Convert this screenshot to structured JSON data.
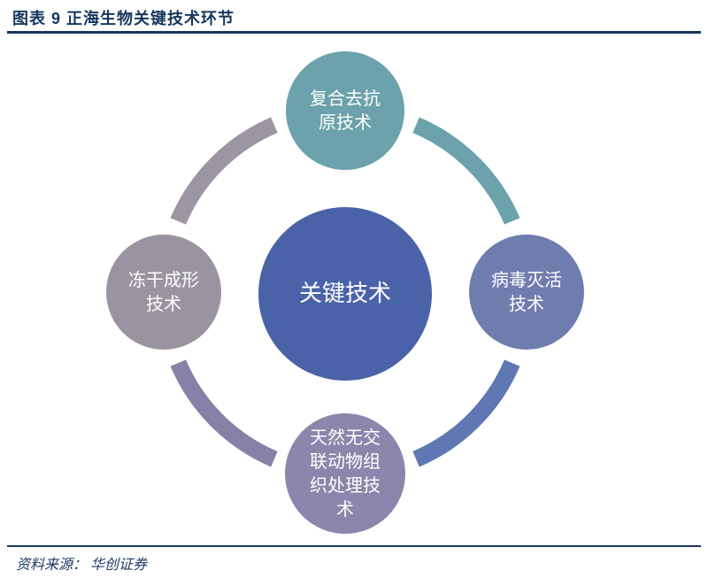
{
  "header": {
    "title": "图表 9 正海生物关键技术环节"
  },
  "footer": {
    "source": "资料来源： 华创证券"
  },
  "diagram": {
    "type": "cycle",
    "accent_color": "#17375E",
    "center": {
      "label": "关键技术",
      "color": "#4A63A8",
      "text_color": "#FFFFFF"
    },
    "nodes": [
      {
        "id": "top",
        "label": "复合去抗\n原技术",
        "color": "#6BA2AB"
      },
      {
        "id": "right",
        "label": "病毒灭活\n技术",
        "color": "#6F7DAE"
      },
      {
        "id": "bottom",
        "label": "天然无交\n联动物组\n织处理技\n术",
        "color": "#8B86AB"
      },
      {
        "id": "left",
        "label": "冻干成形\n技术",
        "color": "#9A94A1"
      }
    ],
    "arcs": [
      {
        "id": "top-right",
        "color": "#6BA2AB"
      },
      {
        "id": "bottom-right",
        "color": "#5F77B2"
      },
      {
        "id": "bottom-left",
        "color": "#8781A7"
      },
      {
        "id": "top-left",
        "color": "#9C96A3"
      }
    ]
  }
}
